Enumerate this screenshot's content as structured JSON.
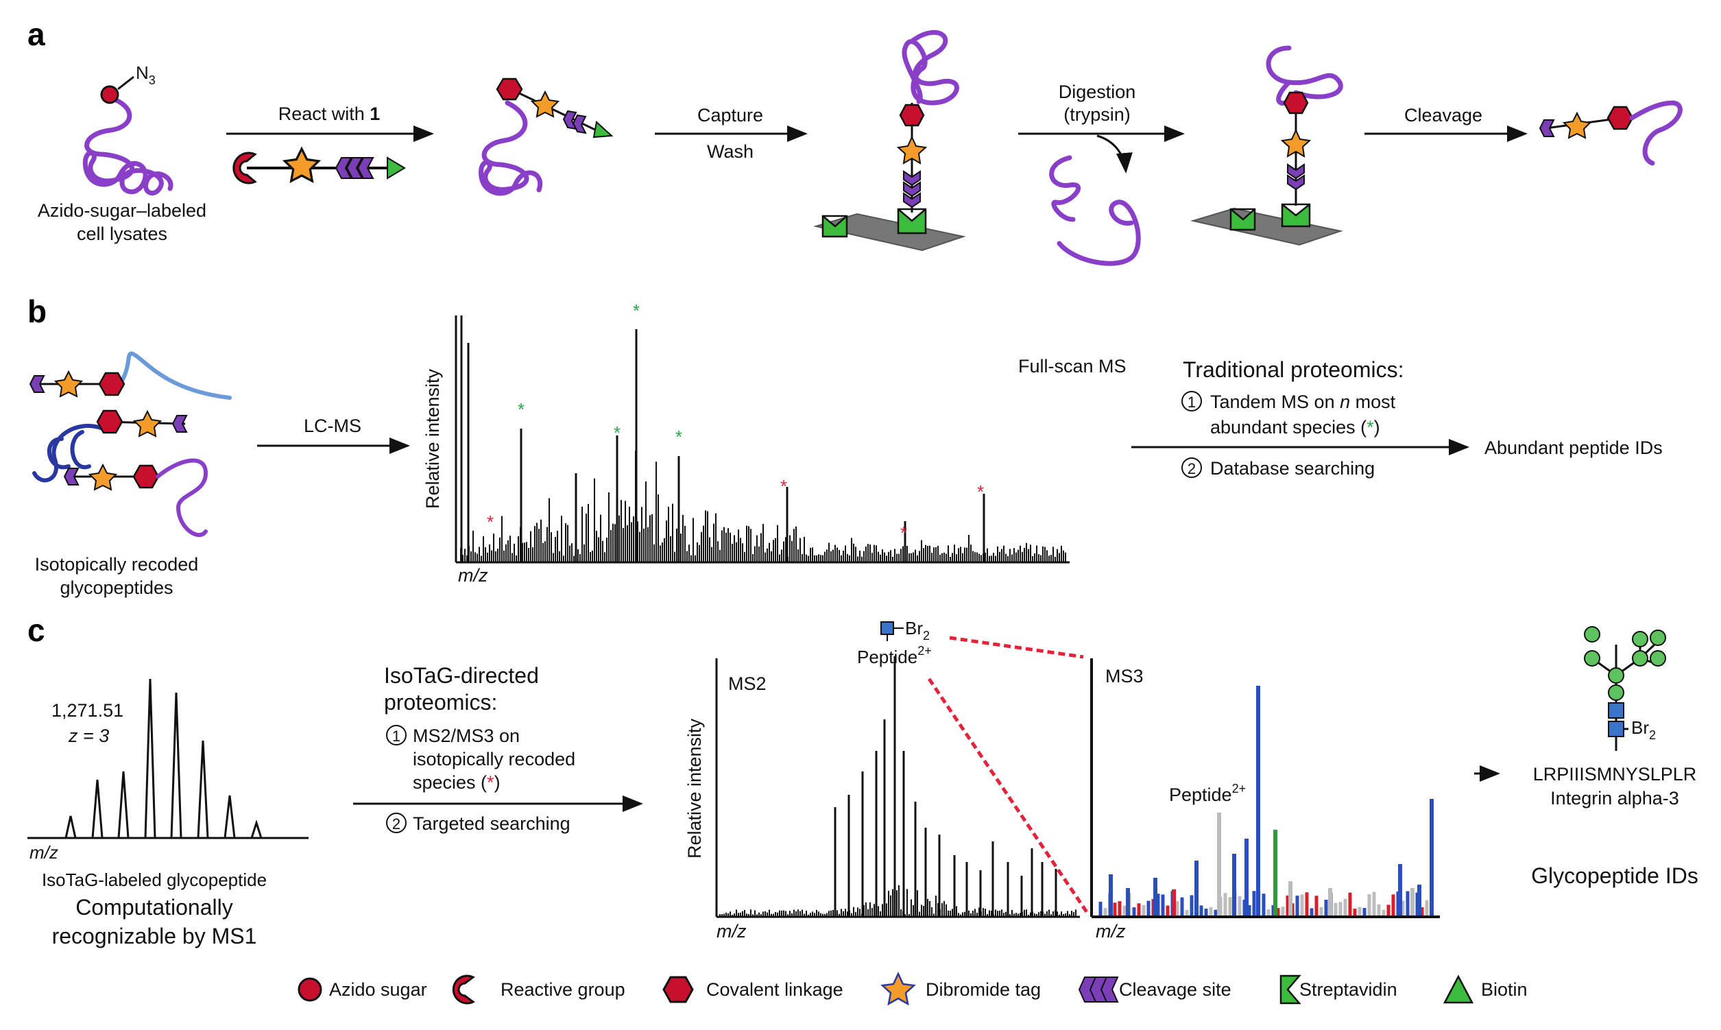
{
  "panels": {
    "a": {
      "letter": "a",
      "lysate_label_1": "Azido-sugar–labeled",
      "lysate_label_2": "cell lysates",
      "azide_label": "N",
      "azide_sub": "3",
      "step1": "React with ",
      "step1_bold": "1",
      "step2a": "Capture",
      "step2b": "Wash",
      "step3a": "Digestion",
      "step3b": "(trypsin)",
      "step4": "Cleavage"
    },
    "b": {
      "letter": "b",
      "peptides_label_1": "Isotopically recoded",
      "peptides_label_2": "glycopeptides",
      "step": "LC-MS",
      "ylabel": "Relative intensity",
      "xlabel": "m/z",
      "fullscan": "Full-scan MS",
      "trad_title": "Traditional proteomics:",
      "trad_1": "Tandem MS on ",
      "trad_1_italic": "n",
      "trad_1_end": " most",
      "trad_1b": "abundant species (",
      "trad_1b_star": "*",
      "trad_1b_end": ")",
      "trad_2": "Database searching",
      "result": "Abundant peptide IDs",
      "num_1": "1",
      "num_2": "2"
    },
    "c": {
      "letter": "c",
      "mass": "1,271.51",
      "charge": "z = 3",
      "xlabel": "m/z",
      "label_1": "IsoTaG-labeled glycopeptide",
      "label_2": "Computationally",
      "label_3": "recognizable by MS1",
      "iso_title_1": "IsoTaG-directed",
      "iso_title_2": "proteomics:",
      "iso_1a": "MS2/MS3 on",
      "iso_1b": "isotopically recoded",
      "iso_1c": "species (",
      "iso_1c_star": "*",
      "iso_1c_end": ")",
      "iso_2": "Targeted searching",
      "num_1": "1",
      "num_2": "2",
      "ms2": "MS2",
      "ms3": "MS3",
      "ylabel": "Relative intensity",
      "br": "Br",
      "br_sub": "2",
      "peptide": "Peptide",
      "peptide_sup": "2+",
      "sequence": "LRPIIISMNYSLPLR",
      "protein": "Integrin alpha-3",
      "result": "Glycopeptide IDs"
    }
  },
  "legend": [
    {
      "label": "Azido sugar",
      "icon": "azido-sugar-icon"
    },
    {
      "label": "Reactive group",
      "icon": "reactive-group-icon"
    },
    {
      "label": "Covalent linkage",
      "icon": "covalent-linkage-icon"
    },
    {
      "label": "Dibromide tag",
      "icon": "dibromide-tag-icon"
    },
    {
      "label": "Cleavage site",
      "icon": "cleavage-site-icon"
    },
    {
      "label": "Streptavidin",
      "icon": "streptavidin-icon"
    },
    {
      "label": "Biotin",
      "icon": "biotin-icon"
    }
  ],
  "colors": {
    "sugar": "#c8102e",
    "linkage": "#c8102e",
    "tag": "#f39c2a",
    "cleavage": "#7a3fb6",
    "streptavidin": "#3dbb3d",
    "biotin": "#3dbb3d",
    "protein": "#8a3fc9",
    "peptide_light": "#6a9ad8",
    "peptide_dark": "#2838a0",
    "star_green": "#2aa84a",
    "star_red": "#e2233a",
    "ms3_blue": "#2a4fb8",
    "ms3_red": "#d4202a",
    "ms3_green": "#2e9a3a",
    "ms3_grey": "#bcbcbc",
    "glycan_green": "#5ec25e",
    "glycan_blue": "#3a74c8"
  }
}
